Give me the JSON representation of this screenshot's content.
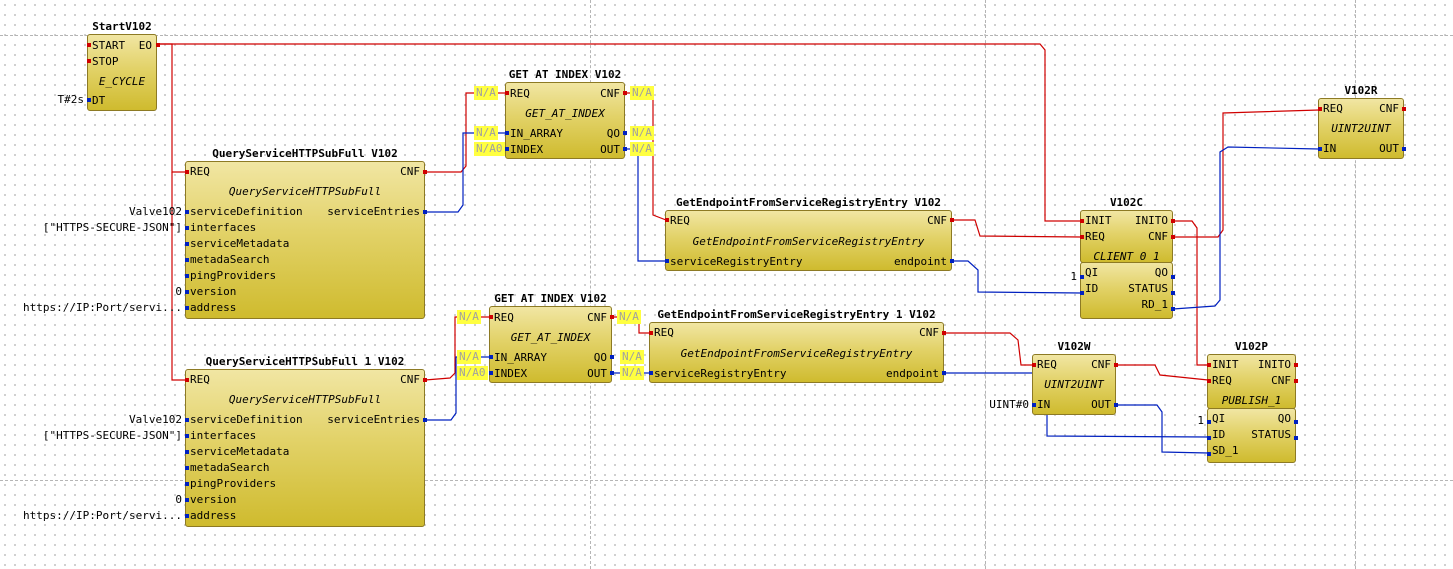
{
  "colors": {
    "event_wire": "#d00000",
    "data_wire": "#0020c0",
    "block_fill": "#e2d268",
    "unconnected_highlight": "#ffff40"
  },
  "blocks": {
    "startv102": {
      "title": "StartV102",
      "type": "E_CYCLE",
      "start": "START",
      "eo": "EO",
      "stop": "STOP",
      "dt": "DT",
      "param_dt": "T#2s"
    },
    "gai1": {
      "title": "GET AT INDEX V102",
      "type": "GET_AT_INDEX",
      "req": "REQ",
      "cnf": "CNF",
      "in_array": "IN_ARRAY",
      "qo": "QO",
      "index": "INDEX",
      "out": "OUT"
    },
    "gai2": {
      "title": "GET AT INDEX  V102",
      "type": "GET_AT_INDEX",
      "req": "REQ",
      "cnf": "CNF",
      "in_array": "IN_ARRAY",
      "qo": "QO",
      "index": "INDEX",
      "out": "OUT"
    },
    "qs1": {
      "title": "QueryServiceHTTPSubFull V102",
      "type": "QueryServiceHTTPSubFull",
      "req": "REQ",
      "cnf": "CNF",
      "serviceDefinition": "serviceDefinition",
      "serviceEntries": "serviceEntries",
      "interfaces": "interfaces",
      "serviceMetadata": "serviceMetadata",
      "metadaSearch": "metadaSearch",
      "pingProviders": "pingProviders",
      "version": "version",
      "address": "address",
      "param_serviceDefinition": "Valve102",
      "param_interfaces": "[\"HTTPS-SECURE-JSON\"]",
      "param_version": "0",
      "param_address": "https://IP:Port/servi..."
    },
    "qs2": {
      "title": "QueryServiceHTTPSubFull 1 V102",
      "type": "QueryServiceHTTPSubFull",
      "req": "REQ",
      "cnf": "CNF",
      "serviceDefinition": "serviceDefinition",
      "serviceEntries": "serviceEntries",
      "interfaces": "interfaces",
      "serviceMetadata": "serviceMetadata",
      "metadaSearch": "metadaSearch",
      "pingProviders": "pingProviders",
      "version": "version",
      "address": "address",
      "param_serviceDefinition": "Valve102",
      "param_interfaces": "[\"HTTPS-SECURE-JSON\"]",
      "param_version": "0",
      "param_address": "https://IP:Port/servi..."
    },
    "ge1": {
      "title": "GetEndpointFromServiceRegistryEntry V102",
      "type": "GetEndpointFromServiceRegistryEntry",
      "req": "REQ",
      "cnf": "CNF",
      "sre": "serviceRegistryEntry",
      "endpoint": "endpoint"
    },
    "ge2": {
      "title": "GetEndpointFromServiceRegistryEntry 1 V102",
      "type": "GetEndpointFromServiceRegistryEntry",
      "req": "REQ",
      "cnf": "CNF",
      "sre": "serviceRegistryEntry",
      "endpoint": "endpoint"
    },
    "v102c": {
      "title": "V102C",
      "type": "CLIENT_0_1",
      "init": "INIT",
      "inito": "INITO",
      "req": "REQ",
      "cnf": "CNF",
      "qi": "QI",
      "qo": "QO",
      "id": "ID",
      "status": "STATUS",
      "rd1": "RD_1",
      "param_qi": "1"
    },
    "v102r": {
      "title": "V102R",
      "type": "UINT2UINT",
      "req": "REQ",
      "cnf": "CNF",
      "in": "IN",
      "out": "OUT"
    },
    "v102w": {
      "title": "V102W",
      "type": "UINT2UINT",
      "req": "REQ",
      "cnf": "CNF",
      "in": "IN",
      "out": "OUT",
      "param_in": "UINT#0"
    },
    "v102p": {
      "title": "V102P",
      "type": "PUBLISH_1",
      "init": "INIT",
      "inito": "INITO",
      "req": "REQ",
      "cnf": "CNF",
      "qi": "QI",
      "qo": "QO",
      "id": "ID",
      "status": "STATUS",
      "sd1": "SD_1",
      "param_qi": "1"
    }
  },
  "na": "N/A",
  "na_index": "N/A0"
}
